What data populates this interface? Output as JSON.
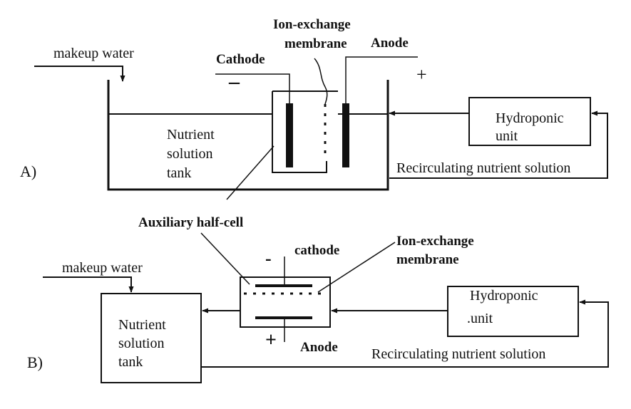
{
  "diagram_a": {
    "panel_label": "A)",
    "makeup_water": "makeup water",
    "cathode": "Cathode",
    "cathode_sign": "–",
    "membrane_line1": "Ion-exchange",
    "membrane_line2": "membrane",
    "anode": "Anode",
    "anode_sign": "+",
    "tank_line1": "Nutrient",
    "tank_line2": "solution",
    "tank_line3": "tank",
    "hydroponic_line1": "Hydroponic",
    "hydroponic_line2": "unit",
    "recirculating": "Recirculating nutrient solution"
  },
  "shared": {
    "auxiliary": "Auxiliary half-cell"
  },
  "diagram_b": {
    "panel_label": "B)",
    "makeup_water": "makeup water",
    "cathode": "cathode",
    "cathode_sign": "-",
    "membrane_line1": "Ion-exchange",
    "membrane_line2": "membrane",
    "anode": "Anode",
    "anode_sign": "+",
    "tank_line1": "Nutrient",
    "tank_line2": "solution",
    "tank_line3": "tank",
    "hydroponic_line1": "Hydroponic",
    "hydroponic_line2": ".unit",
    "recirculating": "Recirculating nutrient solution"
  }
}
